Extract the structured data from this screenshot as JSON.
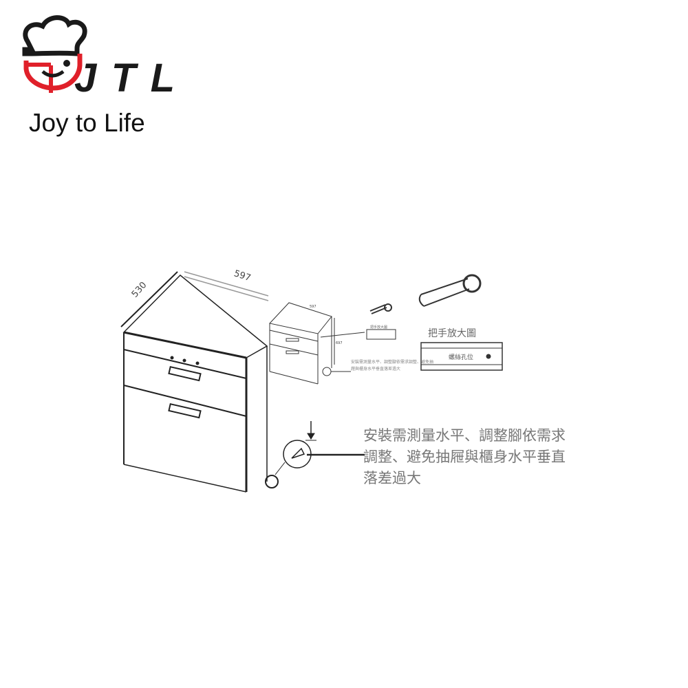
{
  "brand": {
    "logo_text": "JTL",
    "tagline": "Joy to Life",
    "colors": {
      "red": "#e0202a",
      "black": "#1a1a1a"
    }
  },
  "diagram": {
    "dimensions": {
      "depth": "530",
      "width": "597",
      "height": "697"
    },
    "handle_zoom_title": "把手放大圖",
    "handle_zoom_label": "螺絲孔位",
    "installation_note": "安裝需測量水平、調整腳依需求調整、避免抽屜與櫃身水平垂直落差過大"
  }
}
